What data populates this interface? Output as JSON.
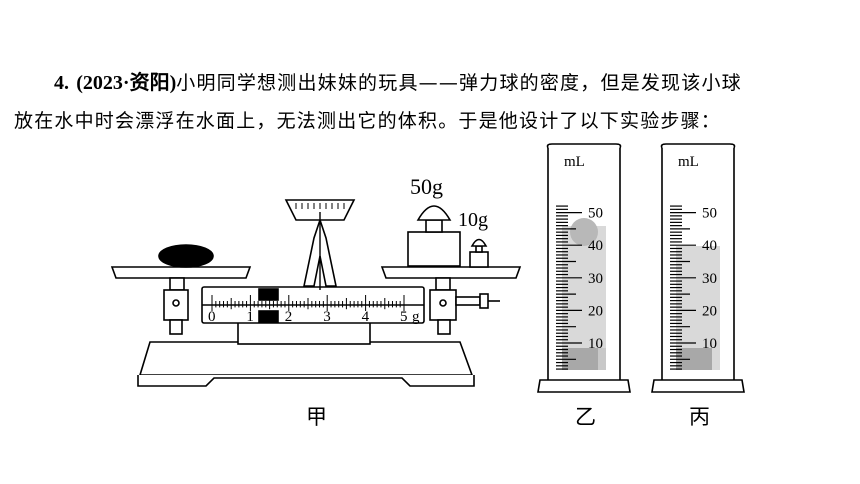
{
  "question": {
    "number": "4.",
    "source": "(2023·资阳)",
    "line1_text": "小明同学想测出妹妹的玩具——弹力球的密度，但是发现该小球",
    "line2_text": "放在水中时会漂浮在水面上，无法测出它的体积。于是他设计了以下实验步骤："
  },
  "balance": {
    "caption": "甲",
    "weight_large": "50g",
    "weight_small": "10g",
    "scale_ticks": [
      "0",
      "1",
      "2",
      "3",
      "4",
      "5",
      "g"
    ]
  },
  "cylinder_b": {
    "caption": "乙",
    "unit": "mL",
    "ticks": [
      "50",
      "40",
      "30",
      "20",
      "10"
    ]
  },
  "cylinder_c": {
    "caption": "丙",
    "unit": "mL",
    "ticks": [
      "50",
      "40",
      "30",
      "20",
      "10"
    ]
  },
  "colors": {
    "ink": "#000000",
    "water": "#c8c8c8",
    "ball": "#cfcfcf",
    "body": "#ffffff"
  }
}
